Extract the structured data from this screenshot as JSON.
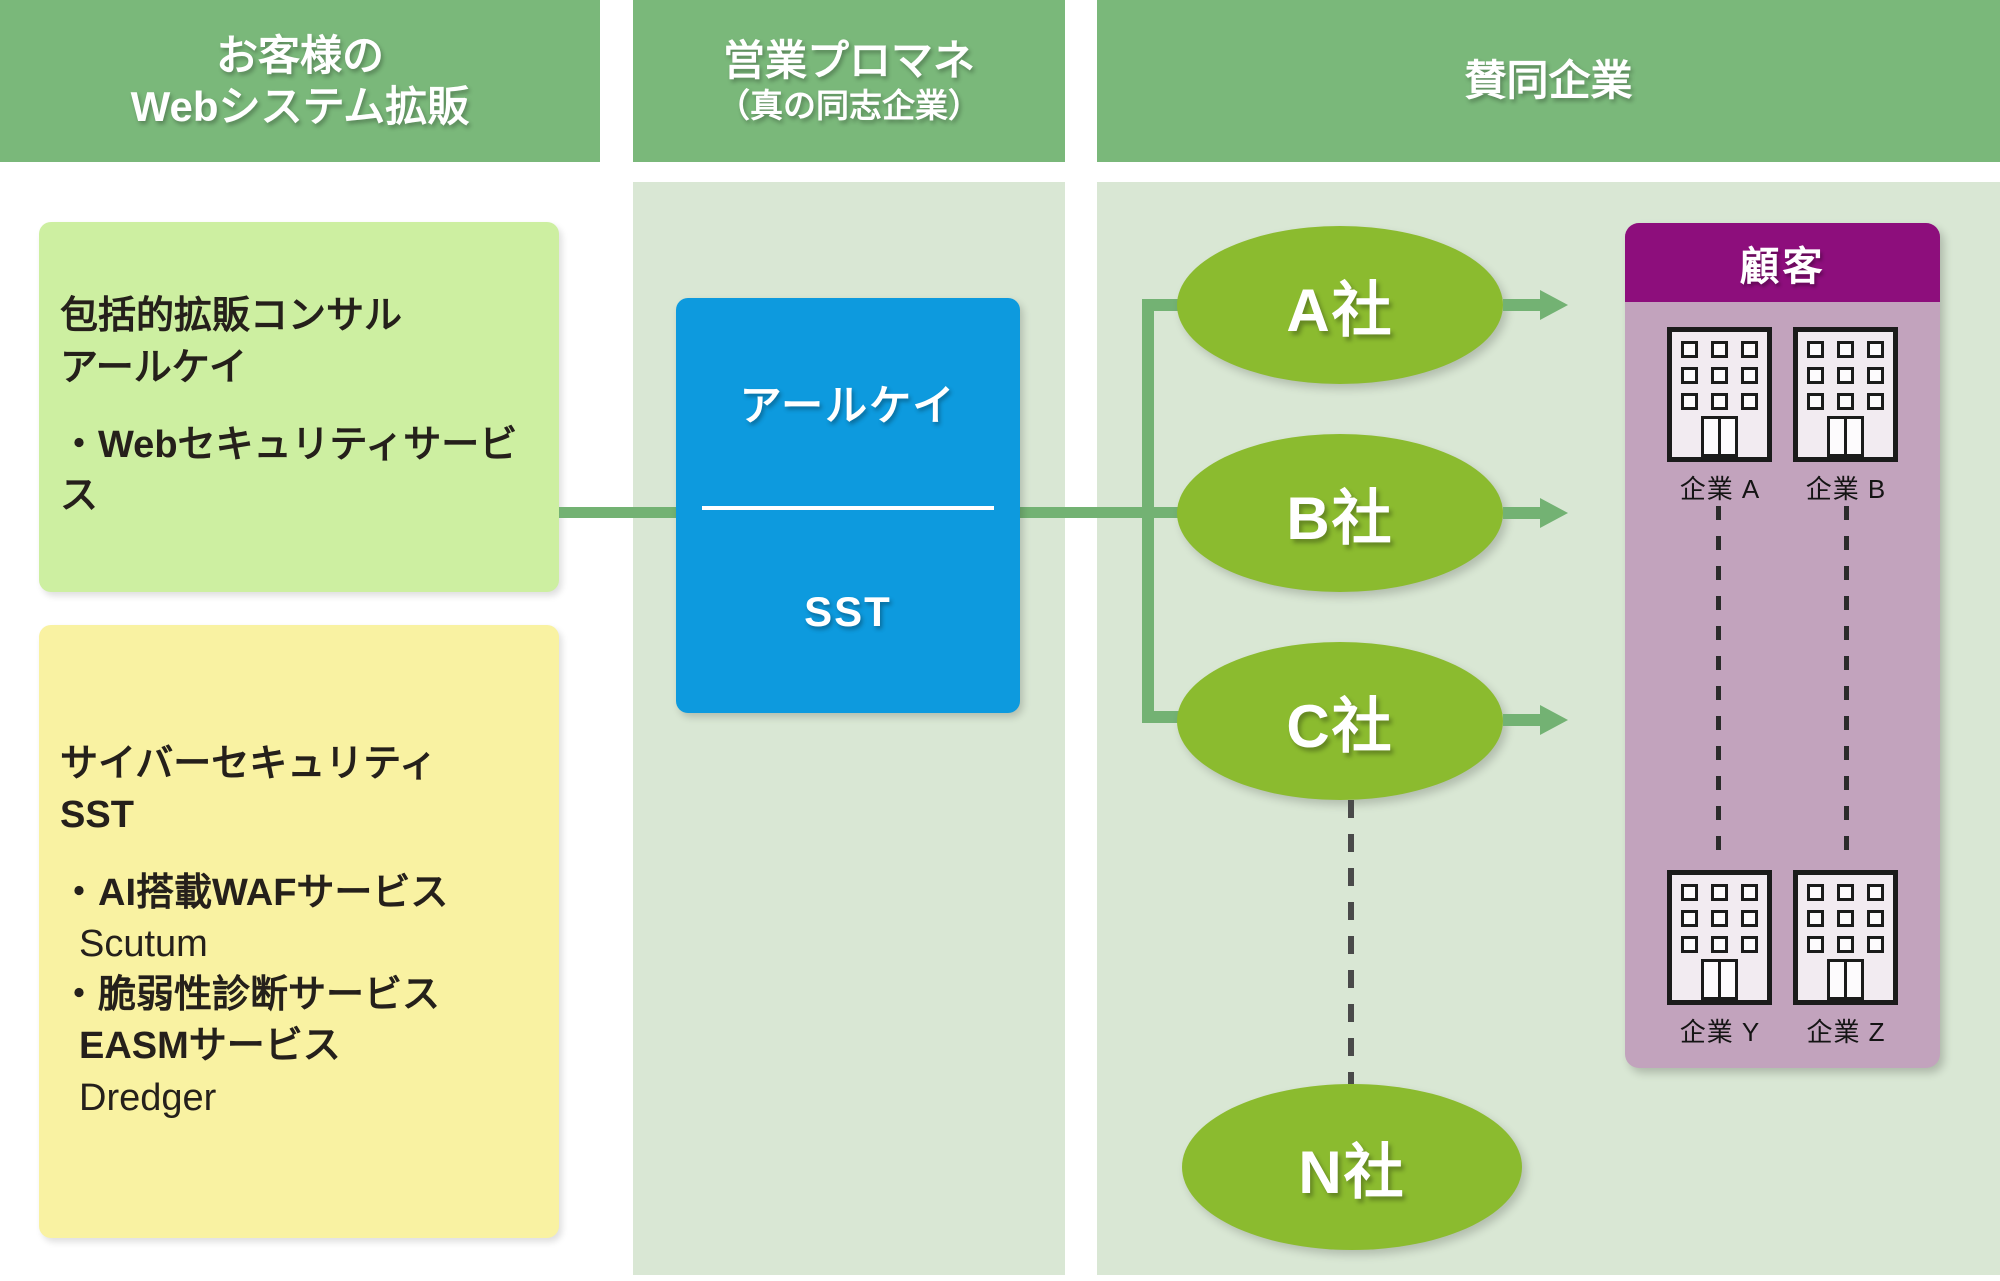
{
  "colors": {
    "header_green": "#7ab87a",
    "column_bg": "#d9e7d4",
    "box_light_green": "#cdefa1",
    "box_yellow": "#f9f2a2",
    "box_blue": "#0d9ade",
    "node_green": "#8bbb2f",
    "connector_green": "#73b273",
    "customer_header_purple": "#8d0e7c",
    "customer_body_purple": "#c2a3bd",
    "building_fill": "#f2ebf1",
    "dark_text": "#25201b",
    "dashed_dark": "#4a4a4a"
  },
  "headers": {
    "left_line1": "お客様の",
    "left_line2": "Webシステム拡販",
    "middle_line1": "営業プロマネ",
    "middle_line2": "（真の同志企業）",
    "right": "賛同企業"
  },
  "consult_box": {
    "line1": "包括的拡販コンサル",
    "line2": "アールケイ",
    "bullet1": "・Webセキュリティサービス"
  },
  "security_box": {
    "line1": "サイバーセキュリティ",
    "line2": "SST",
    "bullet1": "・AI搭載WAFサービス",
    "product1": "Scutum",
    "bullet2": "・脆弱性診断サービス",
    "bullet2_cont": "EASMサービス",
    "product2": "Dredger"
  },
  "promane_box": {
    "top_label": "アールケイ",
    "bottom_label": "SST"
  },
  "partner_nodes": [
    {
      "label": "A社"
    },
    {
      "label": "B社"
    },
    {
      "label": "C社"
    },
    {
      "label": "N社"
    }
  ],
  "customer_box": {
    "title": "顧客",
    "building_labels": [
      "企業 A",
      "企業 B",
      "企業 Y",
      "企業 Z"
    ]
  }
}
